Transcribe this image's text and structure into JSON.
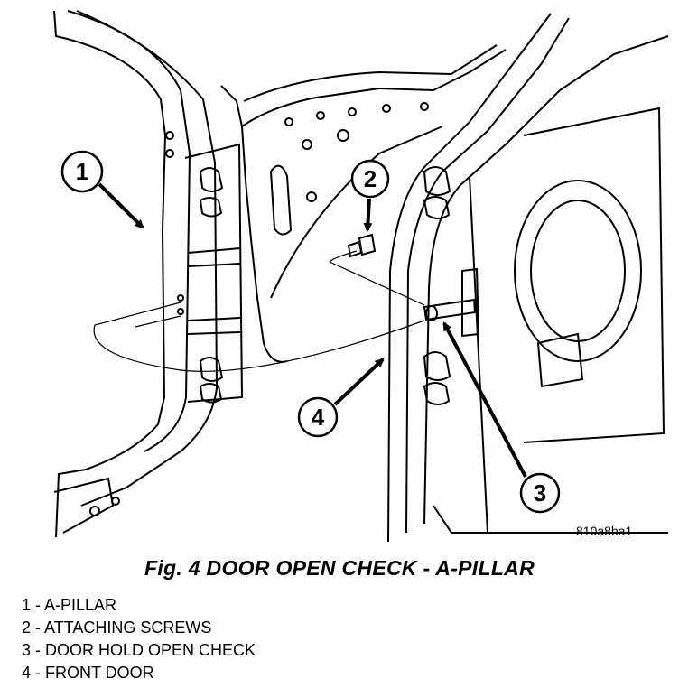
{
  "figure": {
    "title": "Fig. 4 DOOR OPEN CHECK - A-PILLAR",
    "code": "810a8ba1"
  },
  "callouts": [
    {
      "number": "1",
      "label": "A-PILLAR"
    },
    {
      "number": "2",
      "label": "ATTACHING SCREWS"
    },
    {
      "number": "3",
      "label": "DOOR HOLD OPEN CHECK"
    },
    {
      "number": "4",
      "label": "FRONT DOOR"
    }
  ],
  "legend": [
    "1 - A-PILLAR",
    "2 - ATTACHING SCREWS",
    "3 - DOOR HOLD OPEN CHECK",
    "4 - FRONT DOOR"
  ]
}
